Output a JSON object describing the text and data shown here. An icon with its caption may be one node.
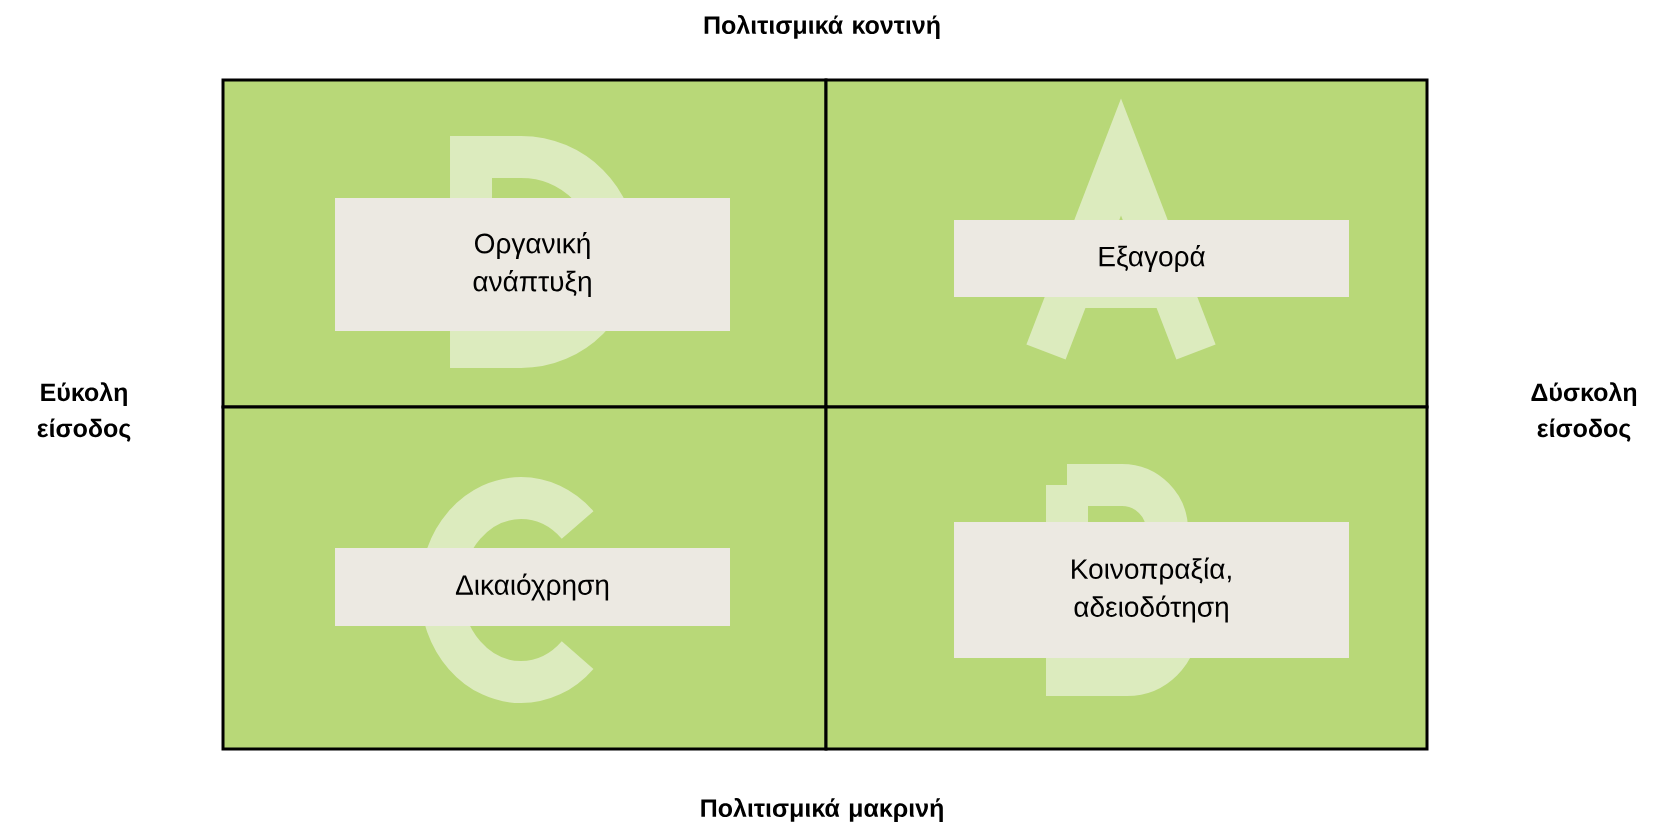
{
  "diagram": {
    "nodes": [
      {
        "text": [],
        "shape": "box"
      },
      {
        "text": [
          "Οργανική ανάπτυξη"
        ],
        "in": 0
      },
      {
        "text": [],
        "shape": "box"
      },
      {
        "text": [
          "Εξαγορά"
        ],
        "in": 2
      },
      {
        "text": [],
        "shape": "box"
      },
      {
        "text": [
          "Δικαιόχρηση"
        ],
        "in": 4
      },
      {
        "text": [],
        "shape": "box"
      },
      {
        "text": [
          "Κοινοπραξία, αδειοδότηση"
        ],
        "in": 6
      }
    ],
    "labels": [
      "Πολιτισμικά κοντινή",
      "Εύκολη είσοδος",
      "Δύσκολη είσοδος",
      "Πολιτισμικά μακρινή"
    ]
  }
}
